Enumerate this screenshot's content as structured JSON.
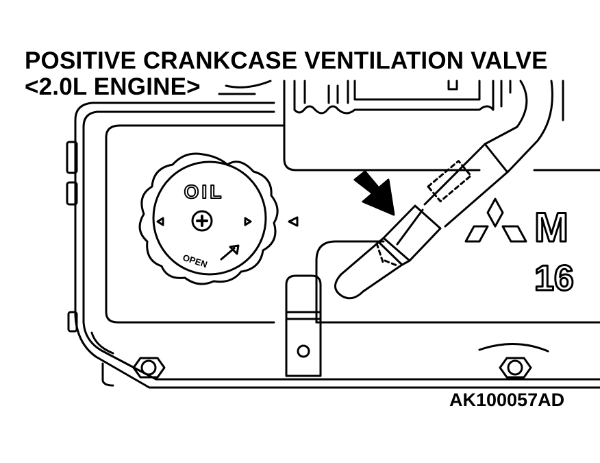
{
  "title": {
    "line1": "POSITIVE CRANKCASE VENTILATION VALVE",
    "line2": "<2.0L ENGINE>"
  },
  "oil_cap": {
    "label": "OIL",
    "open_label": "OPEN"
  },
  "cover_marking": {
    "letters": "M",
    "numbers": "16"
  },
  "figure_id": "AK100057AD",
  "colors": {
    "line": "#000000",
    "background": "#ffffff"
  },
  "icons": [
    "arrow-icon",
    "mitsubishi-logo",
    "phillips-screw-icon",
    "bolt-icon"
  ]
}
